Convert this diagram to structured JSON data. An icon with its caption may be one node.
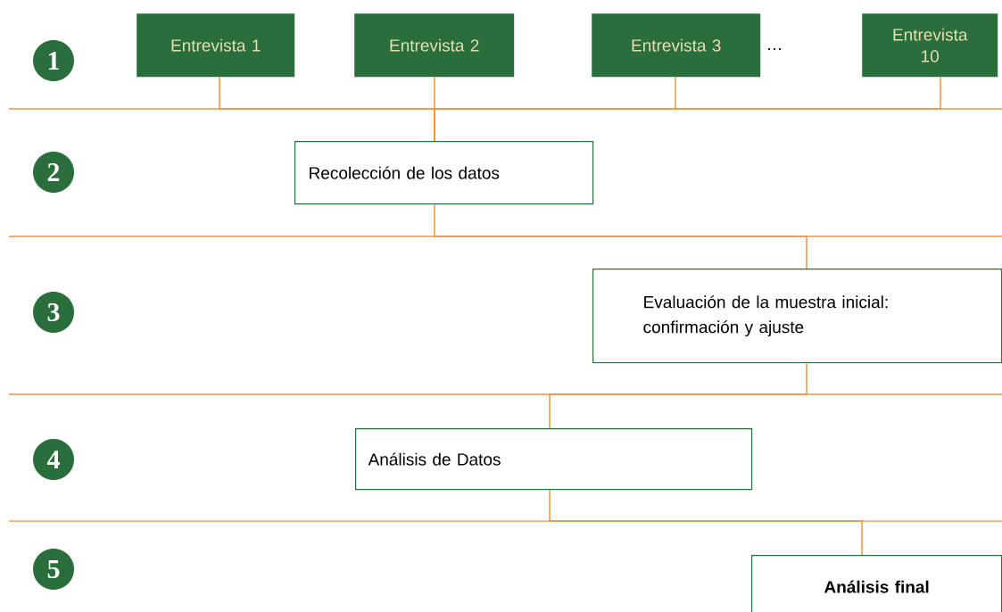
{
  "diagram": {
    "nodes": [
      {
        "text": [
          "1"
        ]
      },
      {
        "text": [
          "Entrevista 1"
        ]
      },
      {
        "text": [
          "Entrevista 2"
        ]
      },
      {
        "text": [
          "Entrevista 3"
        ]
      },
      {
        "text": [
          "Entrevista 10"
        ]
      },
      {
        "text": [
          "2"
        ]
      },
      {
        "text": [
          "Recolección de los datos"
        ]
      },
      {
        "text": [
          "3"
        ]
      },
      {
        "text": [
          "Evaluación de la muestra inicial: confirmación y ajuste"
        ]
      },
      {
        "text": [
          "4"
        ]
      },
      {
        "text": [
          "Análisis de Datos"
        ]
      },
      {
        "text": [
          "5"
        ]
      },
      {
        "text": [
          "Análisis final"
        ]
      }
    ],
    "edges": [
      {
        "from": 1,
        "to": 6,
        "arrow": "none"
      },
      {
        "from": 2,
        "to": 6,
        "arrow": "none"
      },
      {
        "from": 3,
        "to": 6,
        "arrow": "none"
      },
      {
        "from": 4,
        "to": 6,
        "arrow": "none"
      },
      {
        "from": 6,
        "to": 8,
        "arrow": "none"
      },
      {
        "from": 8,
        "to": 10,
        "arrow": "none"
      },
      {
        "from": 10,
        "to": 12,
        "arrow": "none"
      }
    ],
    "labels": [
      "…"
    ]
  }
}
